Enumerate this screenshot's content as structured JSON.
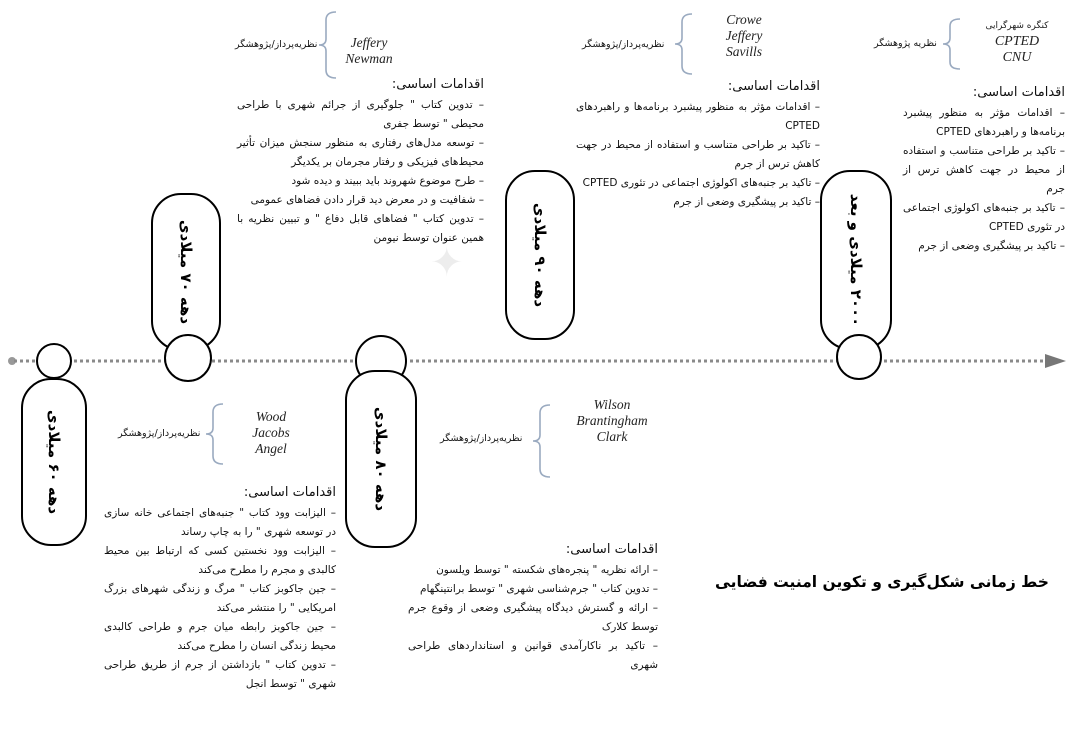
{
  "title": "خط زمانی شکل‌گیری و تکوین امنیت فضایی",
  "periods": [
    {
      "label": "دهه ۶۰ میلادی",
      "names": [
        "Wood",
        "Jacobs",
        "Angel"
      ],
      "role": "نظریه‌پرداز/پژوهشگر",
      "actions_title": "اقدامات اساسی:",
      "actions": [
        "– الیزابت وود کتاب \" جنبه‌های اجتماعی خانه سازی در توسعه شهری \" را به چاپ رساند",
        "– الیزابت وود نخستین کسی که ارتباط بین محیط کالبدی و مجرم را مطرح می‌کند",
        "– جین جاکوبز کتاب \" مرگ و زندگی شهرهای بزرگ امریکایی \" را منتشر می‌کند",
        "– جین جاکوبز رابطه میان جرم و طراحی کالبدی محیط زندگی انسان را مطرح می‌کند",
        "– تدوین کتاب \" بازداشتن از جرم از طریق طراحی شهری \" توسط انجل"
      ]
    },
    {
      "label": "دهه ۷۰ میلادی",
      "names": [
        "Jeffery",
        "Newman"
      ],
      "role": "نظریه‌پرداز/پژوهشگر",
      "actions_title": "اقدامات اساسی:",
      "actions": [
        "– تدوین کتاب \" جلوگیری از جرائم شهری با طراحی محیطی \" توسط جفری",
        "– توسعه مدل‌های رفتاری به منظور سنجش میزان تأثیر محیط‌های فیزیکی و رفتار مجرمان بر یکدیگر",
        "– طرح موضوع شهروند باید ببیند و دیده شود",
        "– شفافیت و در معرض دید قرار دادن فضاهای عمومی",
        "– تدوین کتاب \" فضاهای قابل دفاع \" و تبیین نظریه با همین عنوان توسط نیومن"
      ]
    },
    {
      "label": "دهه ۸۰ میلادی",
      "names": [
        "Wilson",
        "Brantingham",
        "Clark"
      ],
      "role": "نظریه‌پرداز/پژوهشگر",
      "actions_title": "اقدامات اساسی:",
      "actions": [
        "– ارائه نظریه \" پنجره‌های شکسته \" توسط ویلسون",
        "– تدوین کتاب \" جرم‌شناسی شهری \" توسط برانتینگهام",
        "– ارائه و گسترش دیدگاه پیشگیری وضعی از وقوع جرم توسط کلارک",
        "– تاکید بر ناکارآمدی قوانین و استانداردهای طراحی شهری"
      ]
    },
    {
      "label": "دهه ۹۰ میلادی",
      "names": [
        "Crowe",
        "Jeffery",
        "Savills"
      ],
      "role": "نظریه‌پرداز/پژوهشگر",
      "actions_title": "اقدامات اساسی:",
      "actions": [
        "– اقدامات مؤثر به منظور پیشبرد برنامه‌ها و راهبردهای CPTED",
        "– تاکید بر طراحی متناسب و استفاده از محیط در جهت کاهش ترس از جرم",
        "– تاکید بر جنبه‌های اکولوژی اجتماعی در تئوری CPTED",
        "– تاکید بر پیشگیری وضعی از جرم"
      ]
    },
    {
      "label": "۲۰۰۰ میلادی و بعد",
      "names": [
        "کنگره شهرگرایی",
        "CPTED",
        "CNU"
      ],
      "role": "نظریه پژوهشگر",
      "actions_title": "اقدامات اساسی:",
      "actions": [
        "– اقدامات مؤثر به منظور پیشبرد برنامه‌ها و راهبردهای CPTED",
        "– تاکید بر طراحی متناسب و استفاده از محیط در جهت کاهش ترس از جرم",
        "– تاکید بر جنبه‌های اکولوژی اجتماعی در تئوری CPTED",
        "– تاکید بر پیشگیری وضعی از جرم"
      ]
    }
  ]
}
